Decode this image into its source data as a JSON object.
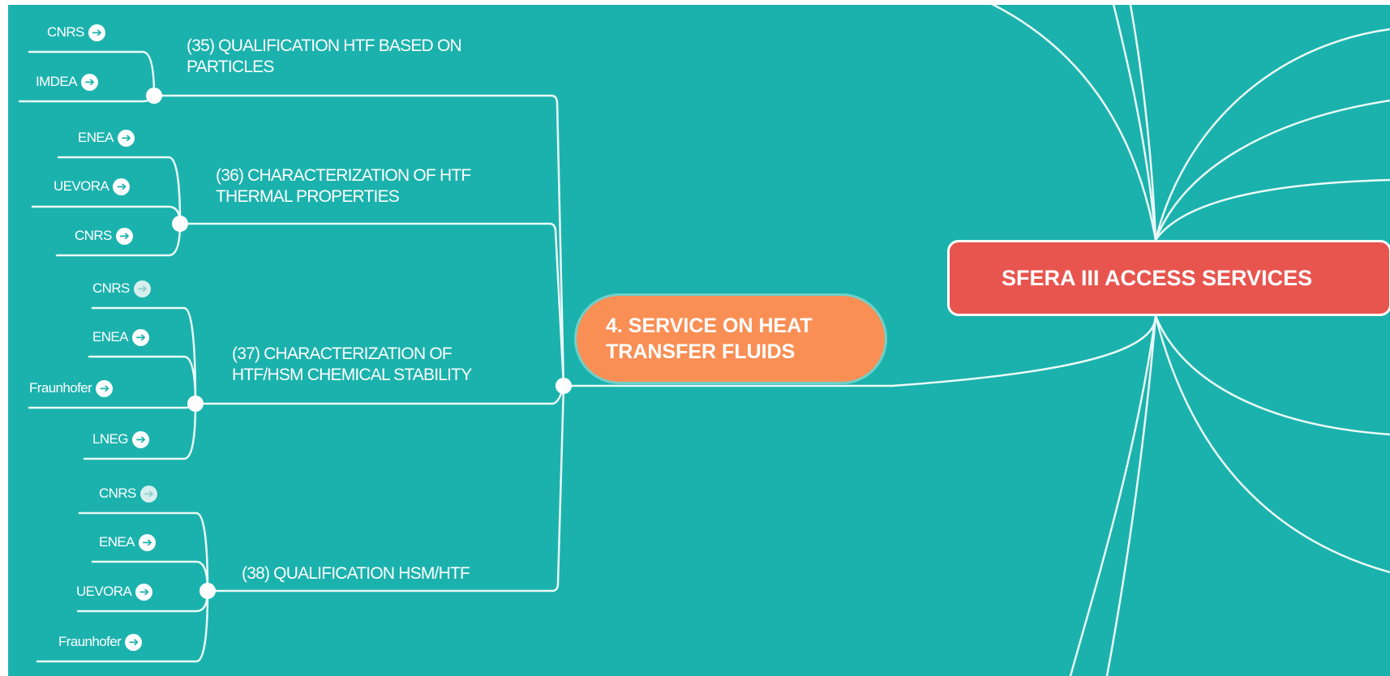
{
  "root": {
    "label": "SFERA III ACCESS SERVICES"
  },
  "branch": {
    "line1": "4. SERVICE ON HEAT",
    "line2": "TRANSFER FLUIDS"
  },
  "services": [
    {
      "line1": "(35) QUALIFICATION HTF BASED ON",
      "line2": "PARTICLES",
      "partners": [
        "CNRS",
        "IMDEA"
      ]
    },
    {
      "line1": "(36) CHARACTERIZATION OF HTF",
      "line2": "THERMAL PROPERTIES",
      "partners": [
        "ENEA",
        "UEVORA",
        "CNRS"
      ]
    },
    {
      "line1": "(37) CHARACTERIZATION OF",
      "line2": "HTF/HSM CHEMICAL STABILITY",
      "partners": [
        "CNRS",
        "ENEA",
        "Fraunhofer",
        "LNEG"
      ]
    },
    {
      "line1": "(38) QUALIFICATION HSM/HTF",
      "line2": "",
      "partners": [
        "CNRS",
        "ENEA",
        "UEVORA",
        "Fraunhofer"
      ]
    }
  ],
  "colors": {
    "background": "#1bb2ad",
    "root_fill": "#e8554f",
    "branch_fill": "#f98f55",
    "connector": "#eafaf8"
  },
  "icons": {
    "partner_link": "arrow-right-circle-icon"
  }
}
